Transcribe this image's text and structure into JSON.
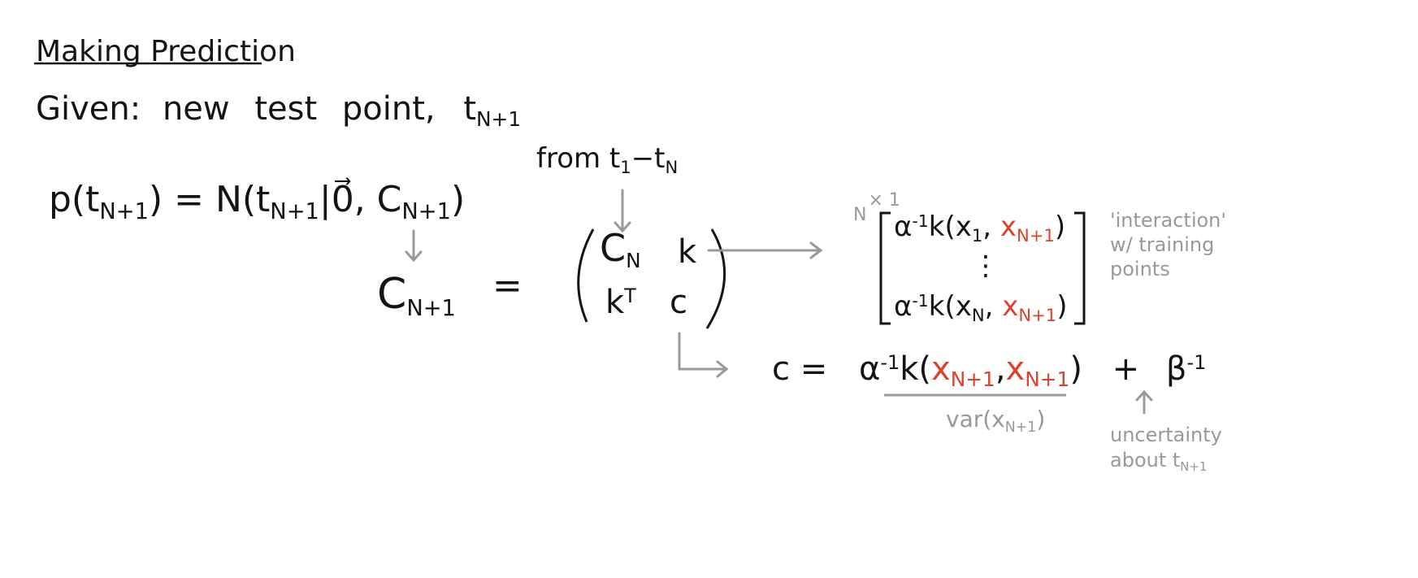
{
  "heading": "Making Prediction",
  "given": {
    "label": "Given:",
    "text": "new test point,",
    "var": "t",
    "var_sub": "N+1"
  },
  "predictive": {
    "lhs": "p(t",
    "lhs_sub": "N+1",
    "eq": ") = N(t",
    "mid_sub": "N+1",
    "vec": "|0⃗, C",
    "c_sub": "N+1",
    "close": ")"
  },
  "cov_lhs": {
    "symbol": "C",
    "sub": "N+1",
    "eq": "="
  },
  "from_label": {
    "text": "from t",
    "s1": "1",
    "dash": "−t",
    "s2": "N"
  },
  "matrix": {
    "cn": "C",
    "cn_sub": "N",
    "k": "k",
    "kt": "k",
    "kt_sup": "T",
    "c": "c"
  },
  "kvector": {
    "dim": "N",
    "dim_sup": "× 1",
    "row1_pre": "α",
    "row1_inv": "-1",
    "row1_k": "k(x",
    "row1_sub": "1",
    "row1_red": "x",
    "row1_red_sub": "N+1",
    "row1_close": ")",
    "dots": "⋮",
    "row2_pre": "α",
    "row2_inv": "-1",
    "row2_k": "k(x",
    "row2_sub": "N",
    "row2_red": "x",
    "row2_red_sub": "N+1",
    "row2_close": ")"
  },
  "interaction_note": "'interaction' w/ training points",
  "c_formula": {
    "lhs": "c =",
    "alpha": "α",
    "alpha_inv": "-1",
    "k": "k(",
    "x1": "x",
    "x1_sub": "N+1",
    "comma": ",",
    "x2": "x",
    "x2_sub": "N+1",
    "close": ")",
    "plus": "+",
    "beta": "β",
    "beta_inv": "-1"
  },
  "var_label": {
    "text": "var(x",
    "sub": "N+1",
    "close": ")"
  },
  "uncertainty_note": {
    "line1": "uncertainty",
    "line2": "about t",
    "sub": "N+1"
  },
  "colors": {
    "ink": "#141414",
    "grey": "#999999",
    "red": "#d9432f"
  }
}
